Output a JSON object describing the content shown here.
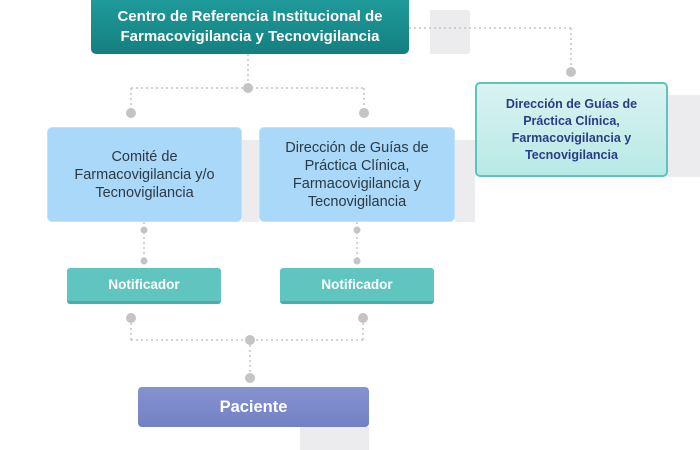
{
  "diagram": {
    "top_node": {
      "line1": "Centro de Referencia Institucional de",
      "line2": "Farmacovigilancia y Tecnovigilancia"
    },
    "right_node": {
      "line1": "Dirección de Guías de",
      "line2": "Práctica Clínica,",
      "line3": "Farmacovigilancia y",
      "line4": "Tecnovigilancia"
    },
    "left_node": {
      "line1": "Comité de",
      "line2": "Farmacovigilancia y/o",
      "line3": "Tecnovigilancia"
    },
    "mid_node": {
      "line1": "Dirección de Guías de",
      "line2": "Práctica Clínica,",
      "line3": "Farmacovigilancia y",
      "line4": "Tecnovigilancia"
    },
    "notifier_left": "Notificador",
    "notifier_mid": "Notificador",
    "patient": "Paciente"
  },
  "colors": {
    "top_node_bg": "#1a8b8c",
    "blue_node_bg": "#a9d8f8",
    "right_node_border": "#5cc3bf",
    "right_node_text": "#2c3a8a",
    "notifier_bg": "#61c5bf",
    "patient_bg": "#7c88c9",
    "connector": "#bdbdbd"
  }
}
